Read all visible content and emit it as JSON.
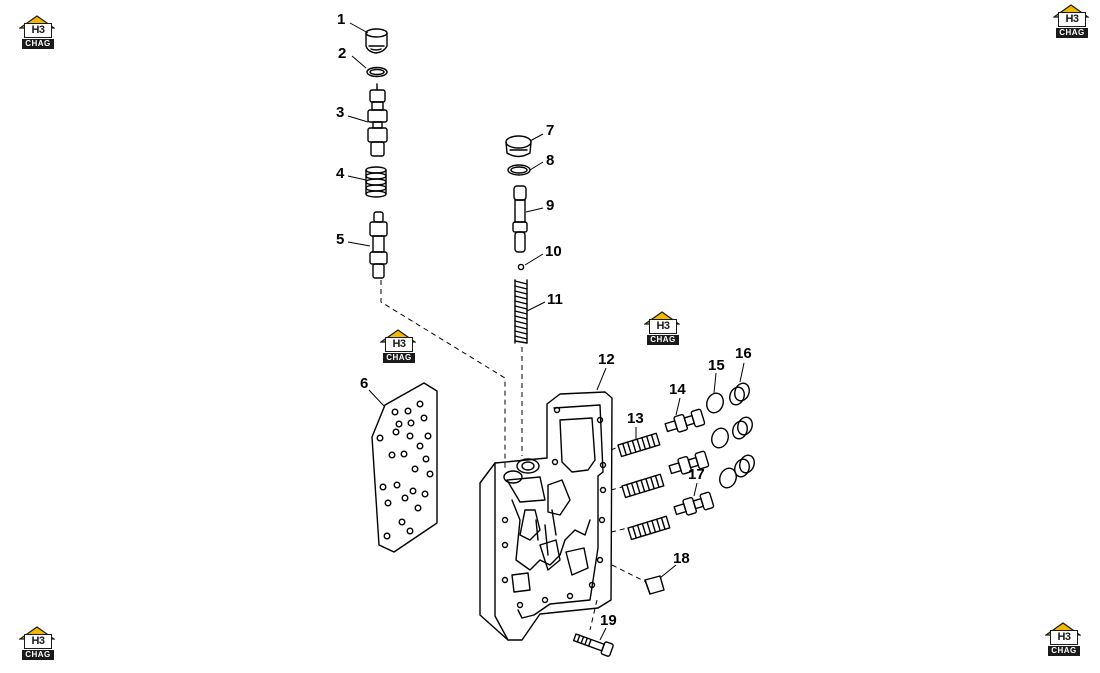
{
  "watermark": {
    "mark": "H3",
    "word": "CHAG"
  },
  "callouts": [
    "1",
    "2",
    "3",
    "4",
    "5",
    "6",
    "7",
    "8",
    "9",
    "10",
    "11",
    "12",
    "13",
    "14",
    "15",
    "16",
    "17",
    "18",
    "19"
  ]
}
